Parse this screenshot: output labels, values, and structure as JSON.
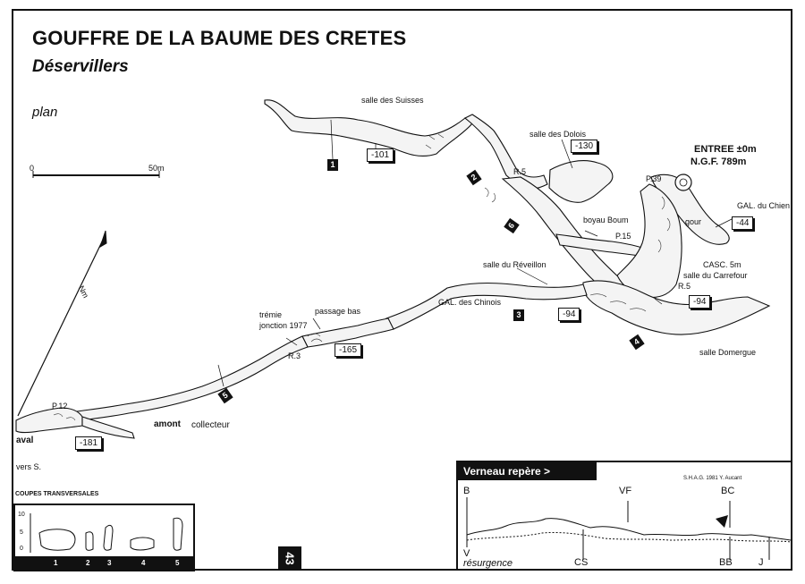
{
  "title": "GOUFFRE DE LA BAUME DES CRETES",
  "subtitle": "Déservillers",
  "plan_label": "plan",
  "scale": {
    "zero": "0",
    "end": "50m"
  },
  "north_label": "Nm",
  "entrance": {
    "line1": "ENTREE ±0m",
    "line2": "N.G.F. 789m"
  },
  "places": {
    "salle_suisses": "salle des Suisses",
    "salle_dolois": "salle des Dolois",
    "boyau_boum": "boyau Boum",
    "gal_chien": "GAL. du Chien",
    "gour": "gour",
    "p39": "P.39",
    "r5_top": "R.5",
    "p15": "P.15",
    "salle_reveillon": "salle du Réveillon",
    "casc": "CASC. 5m",
    "salle_carrefour": "salle du Carrefour",
    "r5_mid": "R.5",
    "gal_chinois": "GAL. des Chinois",
    "salle_domergue": "salle Domergue",
    "passage_bas": "passage bas",
    "tremie": "trémie",
    "jonction": "jonction 1977",
    "r3": "R.3",
    "p12": "P.12",
    "amont": "amont",
    "collecteur": "collecteur",
    "aval": "aval",
    "vers_s": "vers S."
  },
  "depths": [
    "-101",
    "-130",
    "-44",
    "-94",
    "-94",
    "-165",
    "-181"
  ],
  "stages": [
    "1",
    "2",
    "3",
    "4",
    "5",
    "6"
  ],
  "coupes": {
    "title": "COUPES TRANSVERSALES",
    "axis": [
      "10",
      "5",
      "0"
    ],
    "labels": [
      "1",
      "2",
      "3",
      "4",
      "5"
    ]
  },
  "page_number": "43",
  "verneau": {
    "title": "Verneau repère >",
    "credit": "S.H.A.G. 1981 Y. Aucant",
    "labels": {
      "B": "B",
      "V": "V",
      "VF": "VF",
      "BC": "BC",
      "resurgence": "résurgence",
      "CS": "CS",
      "BB": "BB",
      "J": "J"
    }
  }
}
